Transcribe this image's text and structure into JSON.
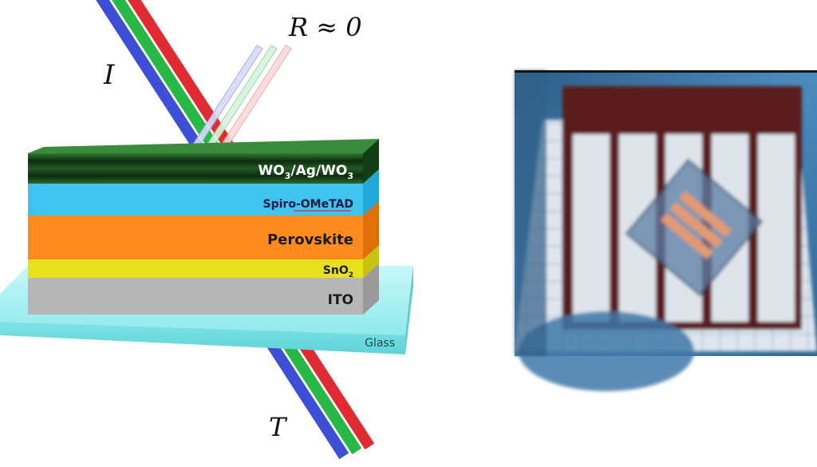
{
  "labels": {
    "incident": "I",
    "reflected": "R ≈ 0",
    "transmitted": "T"
  },
  "layers": {
    "top_electrode": {
      "base": "WO",
      "sub1": "3",
      "mid": "/Ag/WO",
      "sub2": "3"
    },
    "htl": "Spiro-OMeTAD",
    "absorber": "Perovskite",
    "etl": {
      "base": "SnO",
      "sub": "2"
    },
    "tco": "ITO",
    "substrate": "Glass"
  },
  "colors": {
    "beam_blue": "#3c4fd6",
    "beam_green": "#28b845",
    "beam_red": "#e02b33",
    "wo3_ag": "#1f5a24",
    "spiro": "#3fc4f0",
    "perovskite": "#ff8b1f",
    "sno2": "#e8e21c",
    "ito": "#b7b7b7",
    "glass": "#8ee9ec"
  },
  "photo": {
    "description_icon": "device-photo"
  }
}
